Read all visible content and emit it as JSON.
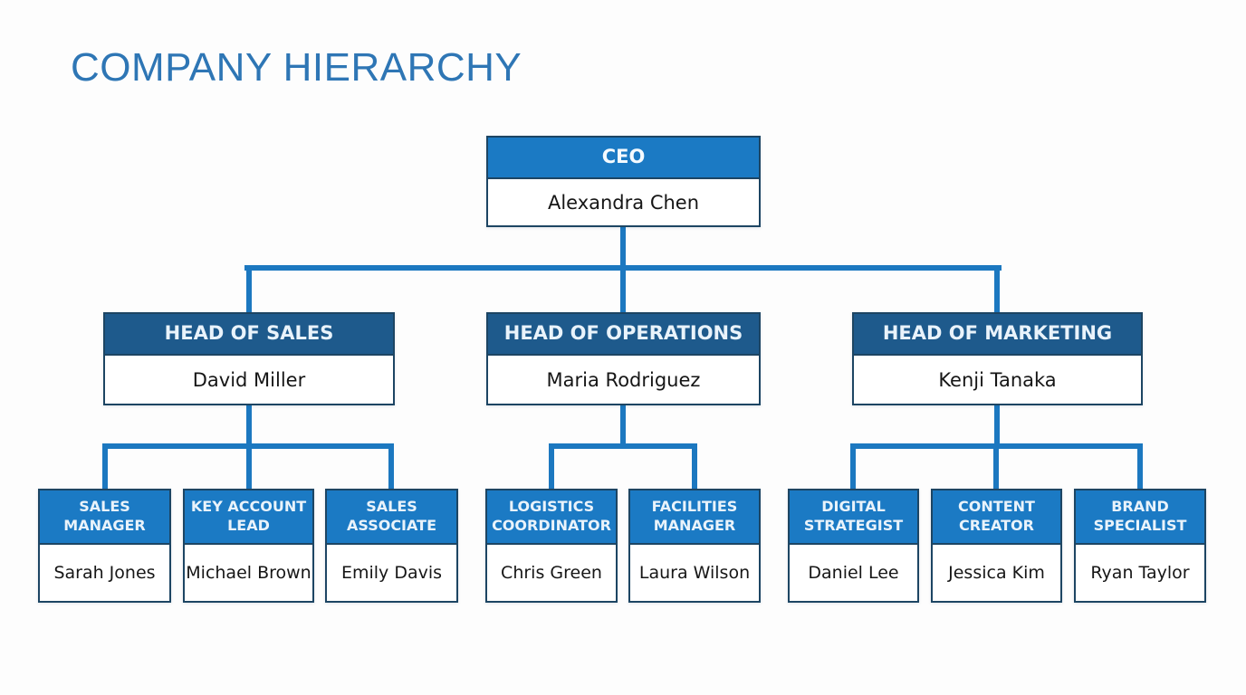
{
  "page": {
    "title": "COMPANY HIERARCHY"
  },
  "colors": {
    "title_text": "#2e76b5",
    "connector_line": "#1c78c0",
    "box_border": "#1d4563",
    "header_blue": "#1b7ac4",
    "header_navy": "#1e5a8c",
    "header_text": "#e9f3fb",
    "name_text": "#161616",
    "background": "#fdfdfd"
  },
  "org": {
    "ceo": {
      "title": "CEO",
      "name": "Alexandra Chen"
    },
    "departments": [
      {
        "title": "HEAD OF SALES",
        "name": "David Miller",
        "reports": [
          {
            "title": "SALES\nMANAGER",
            "name": "Sarah Jones"
          },
          {
            "title": "KEY ACCOUNT\nLEAD",
            "name": "Michael Brown"
          },
          {
            "title": "SALES\nASSOCIATE",
            "name": "Emily Davis"
          }
        ]
      },
      {
        "title": "HEAD OF OPERATIONS",
        "name": "Maria Rodriguez",
        "reports": [
          {
            "title": "LOGISTICS\nCOORDINATOR",
            "name": "Chris Green"
          },
          {
            "title": "FACILITIES\nMANAGER",
            "name": "Laura Wilson"
          }
        ]
      },
      {
        "title": "HEAD OF MARKETING",
        "name": "Kenji Tanaka",
        "reports": [
          {
            "title": "DIGITAL\nSTRATEGIST",
            "name": "Daniel Lee"
          },
          {
            "title": "CONTENT\nCREATOR",
            "name": "Jessica Kim"
          },
          {
            "title": "BRAND\nSPECIALIST",
            "name": "Ryan Taylor"
          }
        ]
      }
    ]
  }
}
